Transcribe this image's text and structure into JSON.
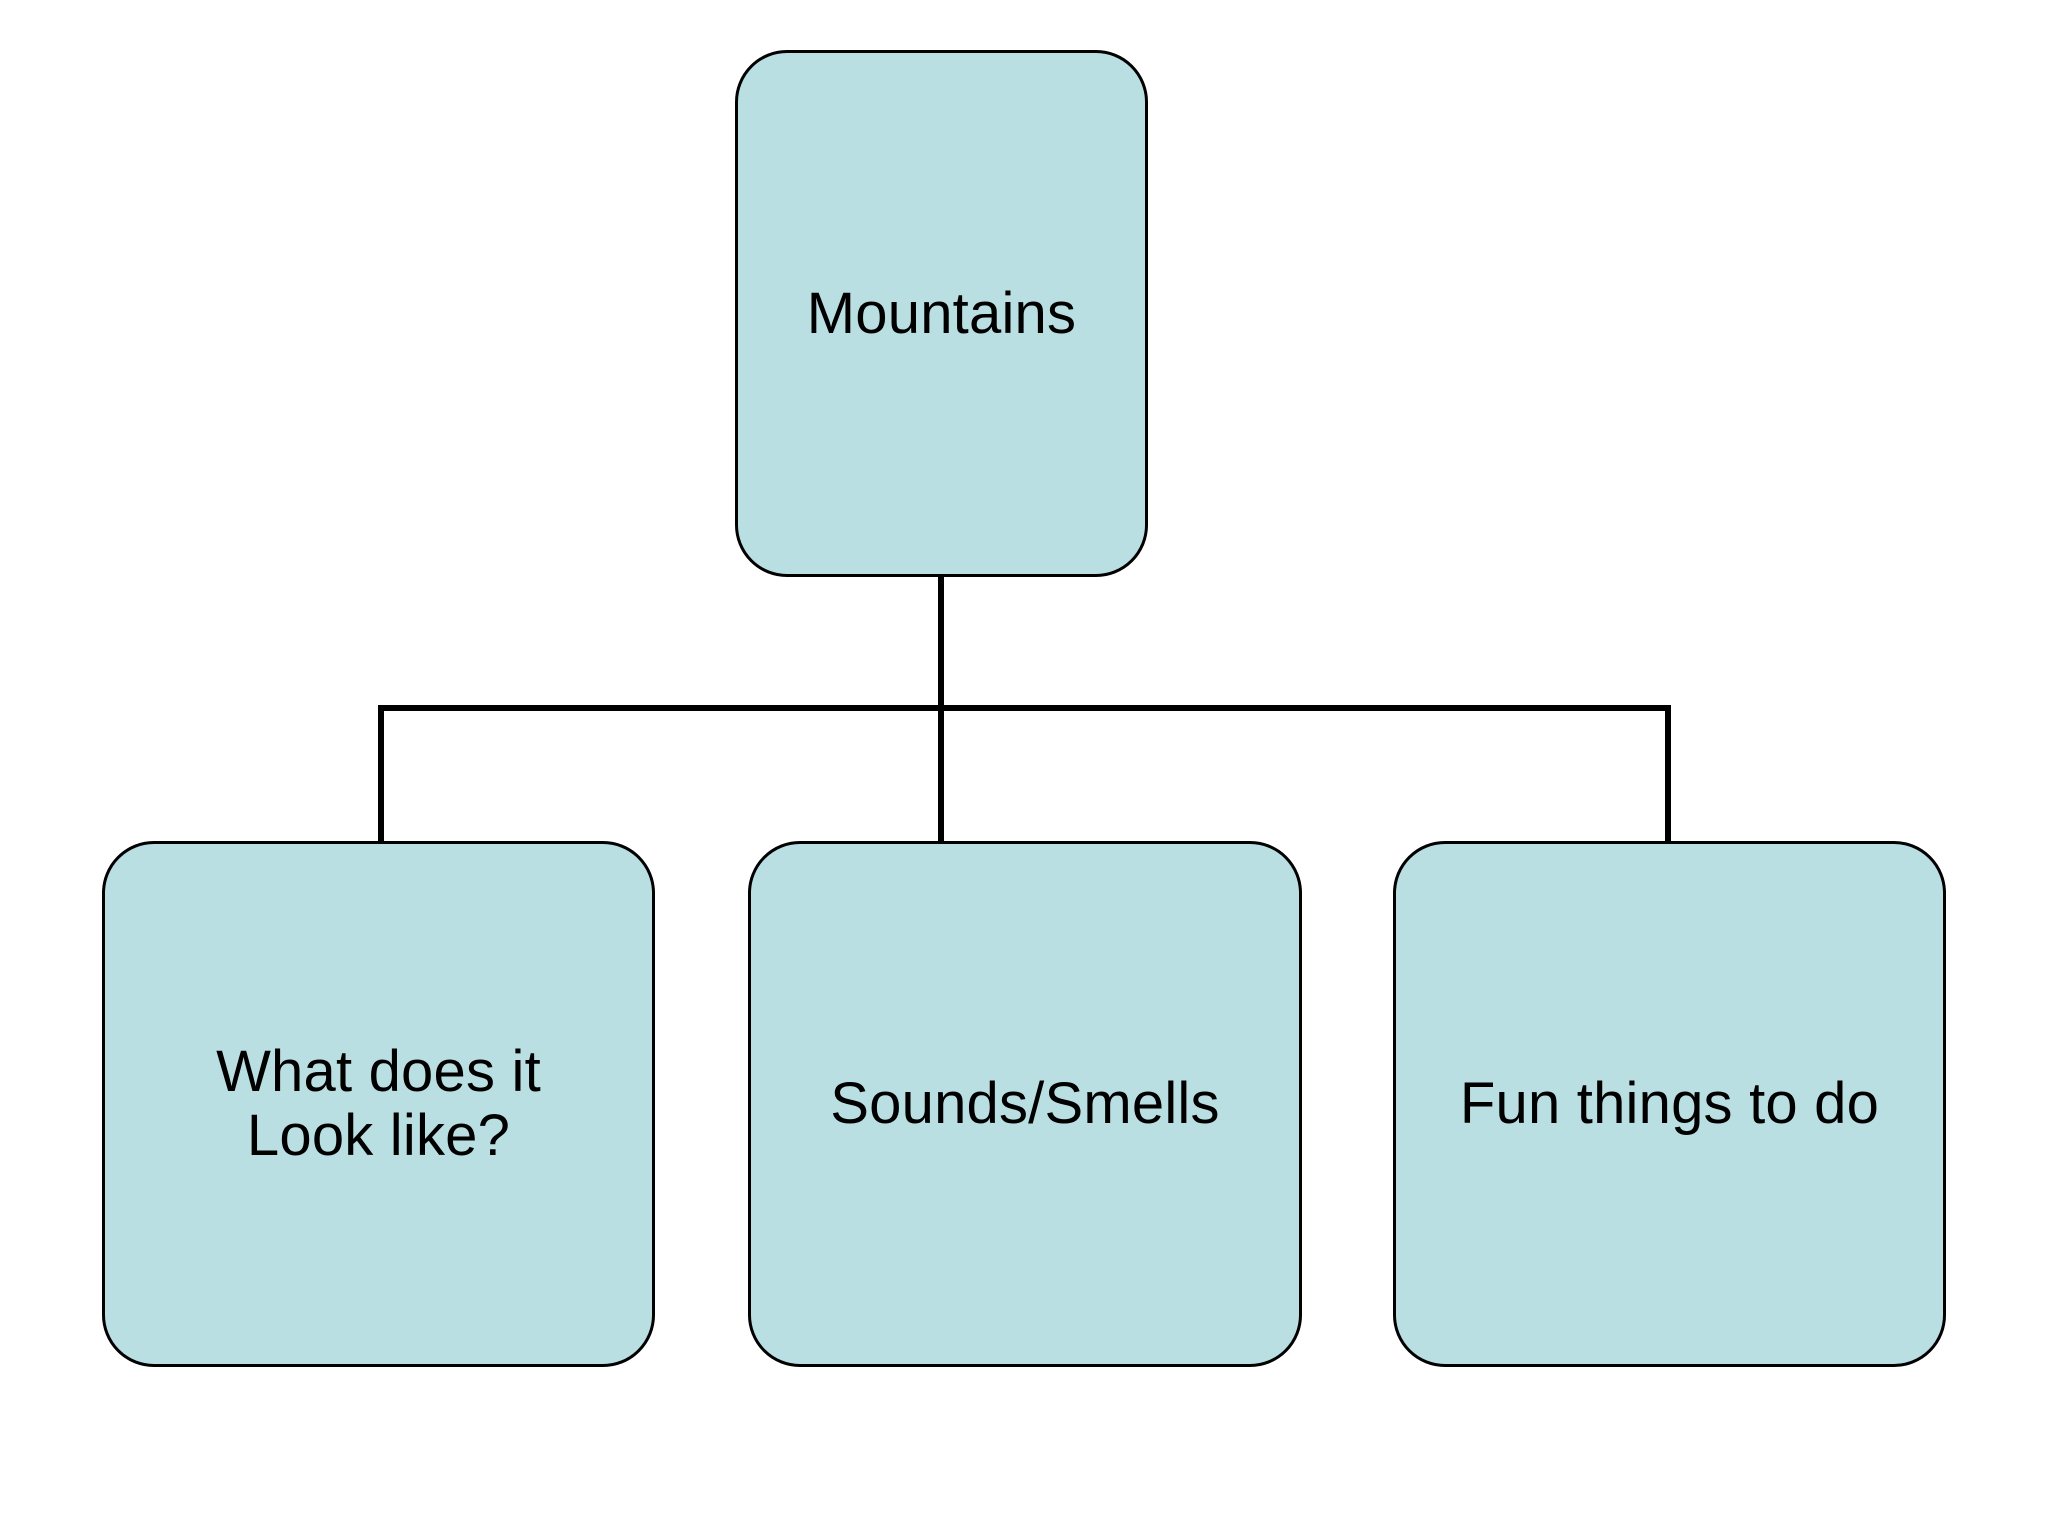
{
  "diagram": {
    "type": "tree",
    "title": "Mountains concept map",
    "background_color": "#ffffff",
    "node_fill_color": "#b9dfe2",
    "node_border_color": "#000000",
    "connector_color": "#000000",
    "text_color": "#000000",
    "root": {
      "id": "root",
      "label": "Mountains"
    },
    "children": [
      {
        "id": "child-0",
        "label": "What does it\nLook like?"
      },
      {
        "id": "child-1",
        "label": "Sounds/Smells"
      },
      {
        "id": "child-2",
        "label": "Fun things to do"
      }
    ],
    "edges": [
      {
        "from": "root",
        "to": "child-0"
      },
      {
        "from": "root",
        "to": "child-1"
      },
      {
        "from": "root",
        "to": "child-2"
      }
    ]
  }
}
